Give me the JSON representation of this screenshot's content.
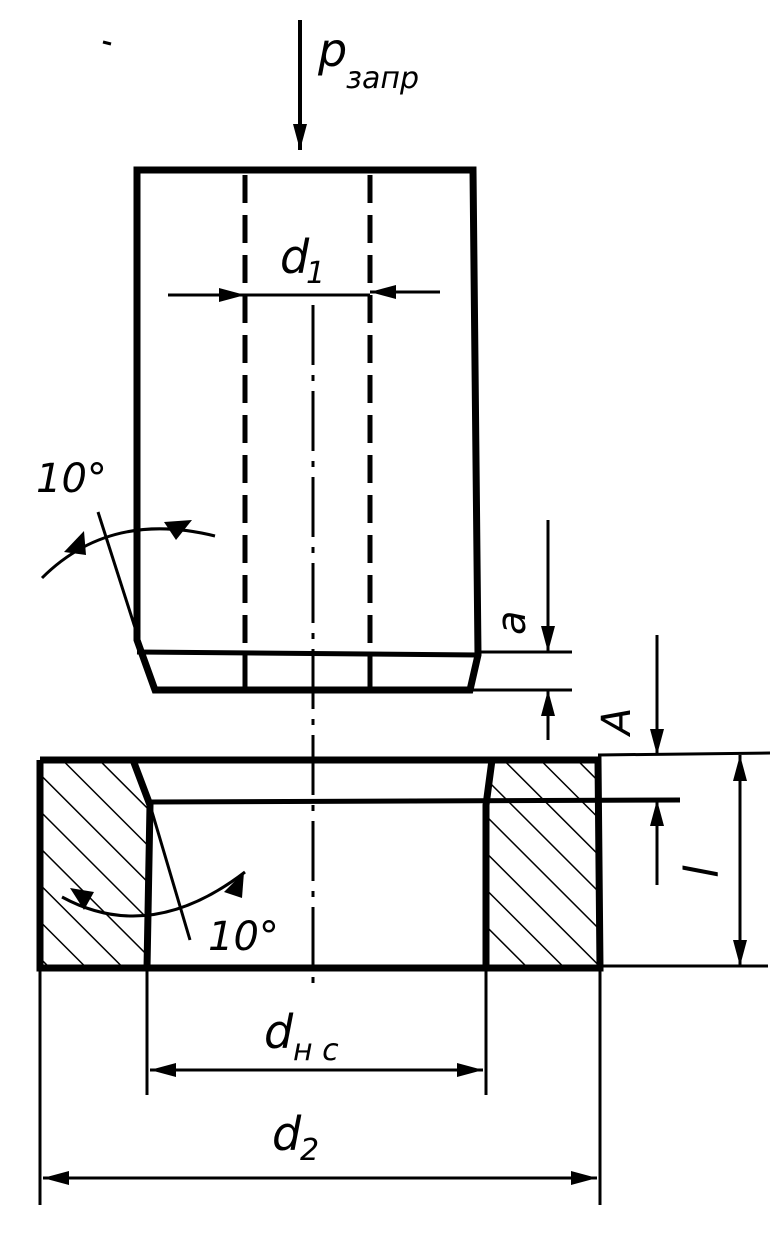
{
  "labels": {
    "force_main": "p",
    "force_sub": "запр",
    "d1_main": "d",
    "d1_sub": "1",
    "angle_top": "10°",
    "angle_bottom": "10°",
    "a": "a",
    "A": "A",
    "l": "l",
    "dns_main": "d",
    "dns_sub": "н с",
    "d2_main": "d",
    "d2_sub": "2"
  },
  "colors": {
    "ink": "#000000",
    "paper": "#ffffff"
  }
}
